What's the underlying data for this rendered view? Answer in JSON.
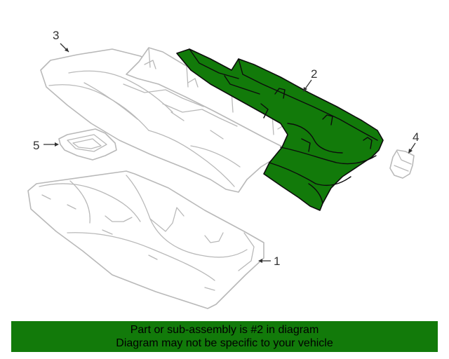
{
  "diagram": {
    "callouts": {
      "c1": "1",
      "c2": "2",
      "c3": "3",
      "c4": "4",
      "c5": "5"
    },
    "highlight_color": "#127a0a",
    "parts_shown": [
      "floor-panel-icon",
      "seat-cushion-icon",
      "seat-back-icon",
      "clip-icon",
      "bezel-icon"
    ]
  },
  "banner": {
    "line1": "Part or sub-assembly is #2 in diagram",
    "line2": "Diagram may not be specific to your vehicle",
    "background": "#127a0a"
  }
}
